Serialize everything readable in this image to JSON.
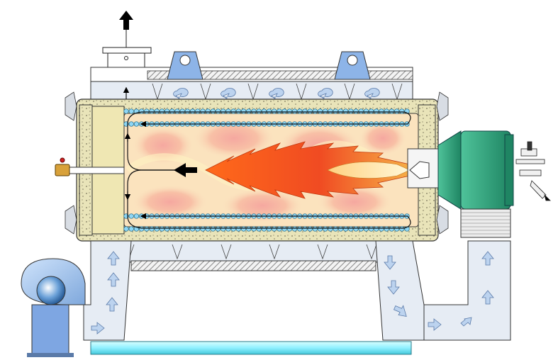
{
  "diagram": {
    "type": "boiler-cross-section",
    "text_labels": [],
    "colors": {
      "background": "#ffffff",
      "outline": "#2a2a2a",
      "insulation": "#e9e4b9",
      "refractory": "#efe7b3",
      "chamber_base": "#f7d7b7",
      "flame_core": "#f26a2a",
      "flame_light": "#fff6c4",
      "tube": "#8fd6f4",
      "duct": "#e6ecf4",
      "airflow_arrow": "#bcd3ef",
      "burner": "#29a77e",
      "burner_dark": "#1f8563",
      "bottom_pipe": "#8ff0ff",
      "fan_body": "#8db7e9",
      "fan_rotor": "#6aa0d8",
      "fan_base": "#7ea6e2",
      "valve": "#d8a13a",
      "flue_arrow": "#000000"
    },
    "components": [
      {
        "name": "flue-outlet",
        "icon": "up-arrow-icon"
      },
      {
        "name": "lifting-lug",
        "count": 2
      },
      {
        "name": "insulated-casing"
      },
      {
        "name": "refractory-end-plug"
      },
      {
        "name": "combustion-chamber"
      },
      {
        "name": "water-tube-rows",
        "count": 4
      },
      {
        "name": "flame"
      },
      {
        "name": "burner-assembly"
      },
      {
        "name": "combustion-air-fan"
      },
      {
        "name": "air-duct"
      },
      {
        "name": "drain-valve"
      },
      {
        "name": "bottom-pipe"
      }
    ]
  }
}
